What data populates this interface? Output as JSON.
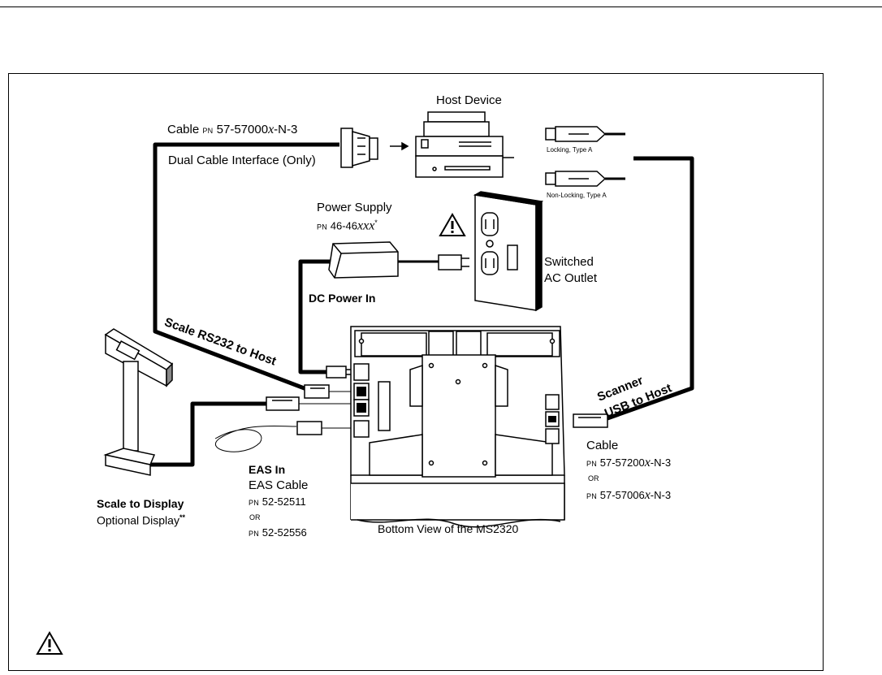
{
  "host": {
    "title": "Host Device"
  },
  "rs232_cable": {
    "label": "Cable",
    "pn_prefix": "PN",
    "pn": "57-57000",
    "pn_var": "x",
    "pn_suffix": "-N-3",
    "note": "Dual Cable Interface (Only)"
  },
  "usb": {
    "locking": "Locking, Type A",
    "nonlocking": "Non-Locking, Type A"
  },
  "power": {
    "title": "Power Supply",
    "pn_prefix": "PN",
    "pn": "46-46",
    "pn_var": "xxx",
    "pn_star": "*",
    "dc_in": "DC Power In"
  },
  "outlet": {
    "line1": "Switched",
    "line2": "AC Outlet"
  },
  "scale_rs232": "Scale RS232 to Host",
  "scanner_usb": {
    "line1": "Scanner",
    "line2": "USB to Host"
  },
  "scanner_cable": {
    "label": "Cable",
    "pn_prefix": "PN",
    "pn1": "57-57200",
    "pn1_var": "x",
    "pn1_suffix": "-N-3",
    "or": "OR",
    "pn2": "57-57006",
    "pn2_var": "x",
    "pn2_suffix": "-N-3"
  },
  "eas": {
    "title": "EAS In",
    "cable": "EAS Cable",
    "pn_prefix": "PN",
    "pn1": "52-52511",
    "or": "OR",
    "pn2": "52-52556"
  },
  "display": {
    "title": "Scale to Display",
    "subtitle": "Optional Display",
    "stars": "**"
  },
  "caption": "Bottom View of the MS2320",
  "icons": [
    "warning-icon"
  ]
}
